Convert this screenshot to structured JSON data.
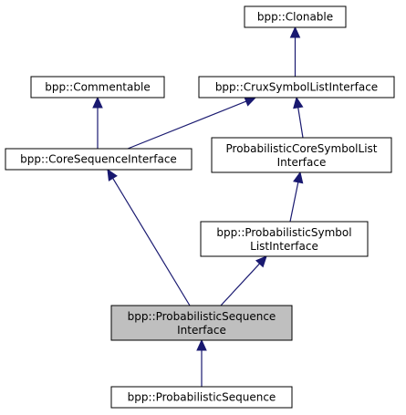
{
  "colors": {
    "node_fill": "#ffffff",
    "highlight_fill": "#bfbfbf",
    "node_border": "#000000",
    "edge": "#191970"
  },
  "nodes": {
    "clonable": {
      "lines": [
        "bpp::Clonable"
      ]
    },
    "commentable": {
      "lines": [
        "bpp::Commentable"
      ]
    },
    "crux": {
      "lines": [
        "bpp::CruxSymbolListInterface"
      ]
    },
    "core_seq": {
      "lines": [
        "bpp::CoreSequenceInterface"
      ]
    },
    "prob_core": {
      "lines": [
        "ProbabilisticCoreSymbolList",
        "Interface"
      ]
    },
    "prob_symbol": {
      "lines": [
        "bpp::ProbabilisticSymbol",
        "ListInterface"
      ]
    },
    "prob_seq_iface": {
      "lines": [
        "bpp::ProbabilisticSequence",
        "Interface"
      ]
    },
    "prob_seq": {
      "lines": [
        "bpp::ProbabilisticSequence"
      ]
    }
  },
  "edges": [
    {
      "from": "crux",
      "to": "clonable"
    },
    {
      "from": "core_seq",
      "to": "commentable"
    },
    {
      "from": "core_seq",
      "to": "crux"
    },
    {
      "from": "prob_core",
      "to": "crux"
    },
    {
      "from": "prob_symbol",
      "to": "prob_core"
    },
    {
      "from": "prob_seq_iface",
      "to": "core_seq"
    },
    {
      "from": "prob_seq_iface",
      "to": "prob_symbol"
    },
    {
      "from": "prob_seq",
      "to": "prob_seq_iface"
    }
  ]
}
